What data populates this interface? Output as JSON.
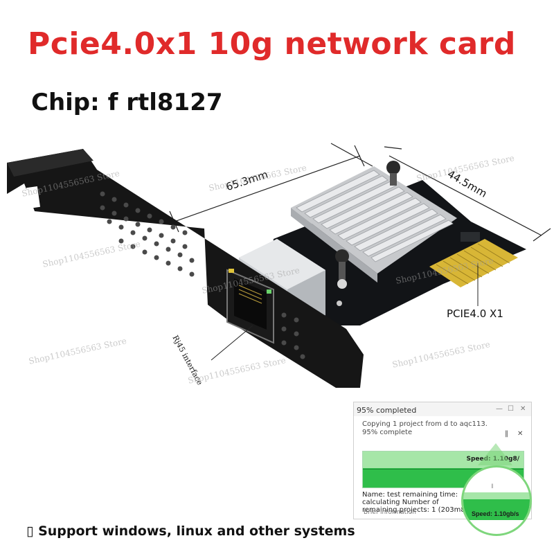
{
  "header": {
    "title": "Pcie4.0x1 10g network card",
    "chip": "Chip: f rtl8127"
  },
  "product": {
    "dim_length": "65.3mm",
    "dim_height": "44.5mm",
    "slot_label": "PCIE4.0 X1",
    "port_label": "Rj45 interface",
    "watermark": "Shop1104556563 Store"
  },
  "dialog": {
    "title": "95% completed",
    "line1": "Copying 1 project from d to aqc113.",
    "line2": "95% complete",
    "speed": "Speed: 1.10g8/",
    "info1": "Name: test remaining time:",
    "info2": "calculating Number of",
    "info3": "remaining projects: 1 (203m8)",
    "brief": "Brief information",
    "progress_percent": 95
  },
  "magnifier": {
    "speed": "Speed: 1.10gb/s"
  },
  "footer": {
    "support": "▯ Support windows, linux and other systems"
  },
  "colors": {
    "title_red": "#e02a2a",
    "chart_green": "#2fbe4a",
    "magnifier_ring": "#7ed67c"
  }
}
